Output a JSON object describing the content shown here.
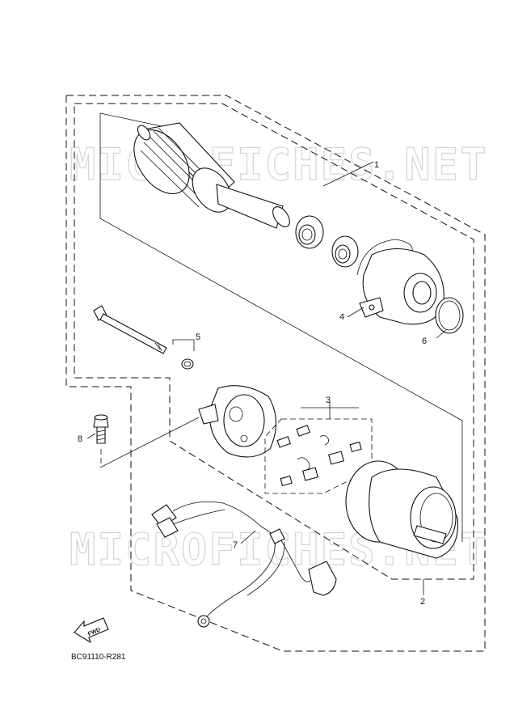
{
  "watermark": "MICROFICHES.NET",
  "diagram_code": "BC91110-R281",
  "fwd_label": "FWD",
  "callouts": {
    "c1": "1",
    "c2": "2",
    "c3": "3",
    "c4": "4",
    "c5": "5",
    "c6": "6",
    "c7": "7",
    "c8": "8"
  }
}
